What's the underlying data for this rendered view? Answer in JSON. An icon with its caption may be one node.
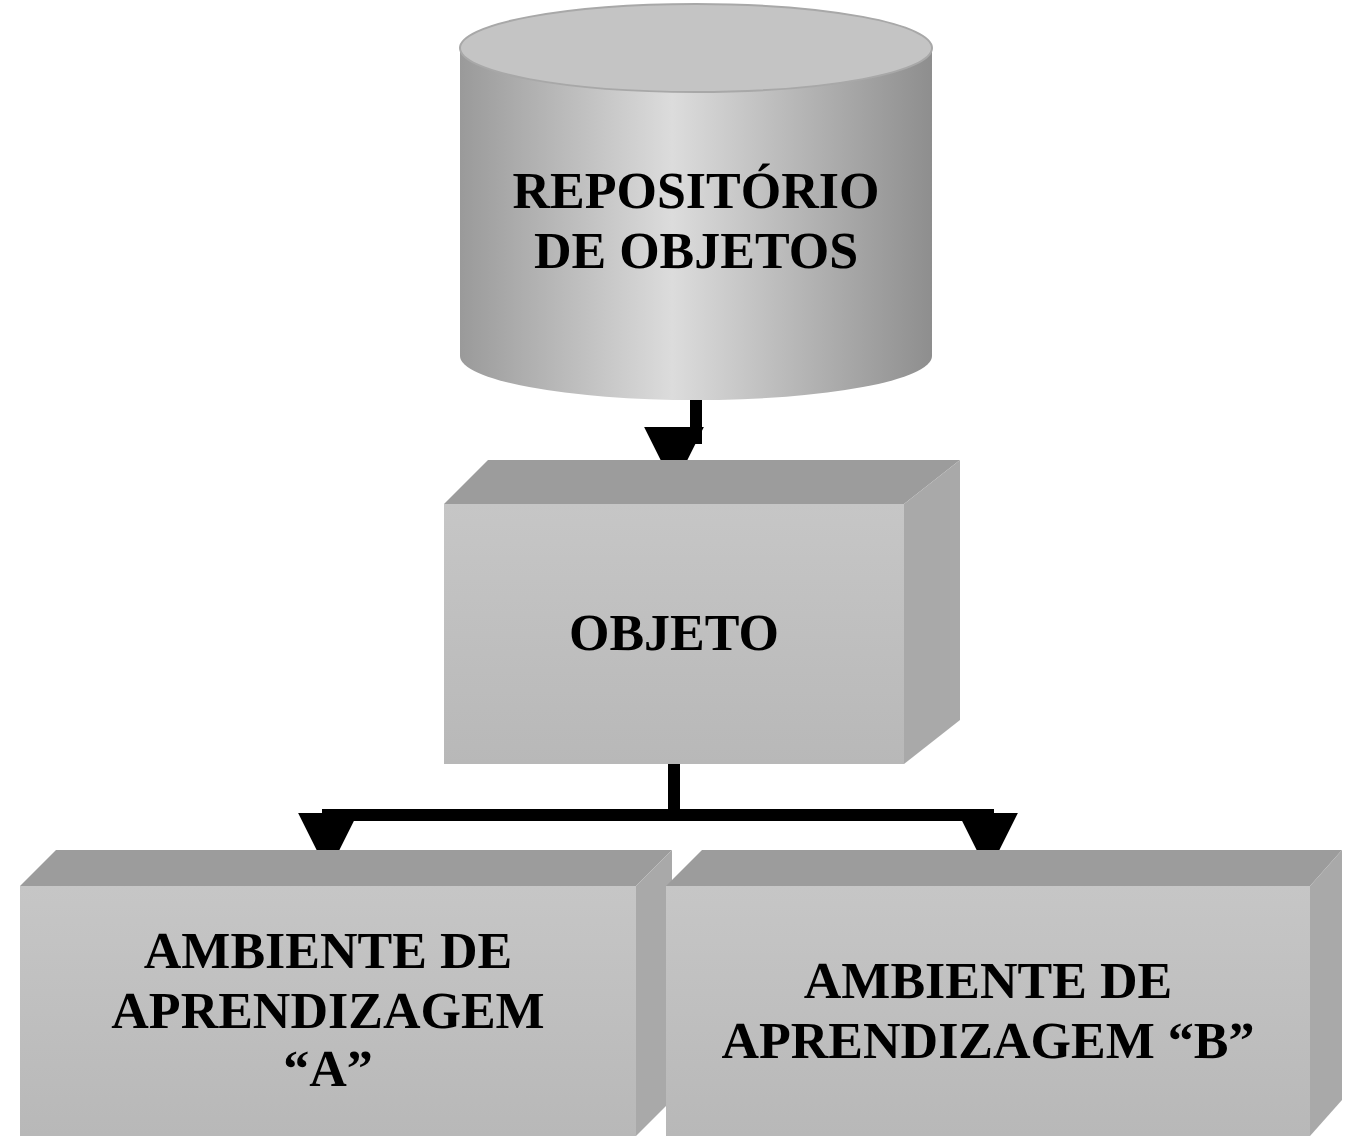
{
  "diagram": {
    "nodes": [
      {
        "text": [
          "REPOSITÓRIO DE OBJETOS"
        ]
      },
      {
        "text": [
          "OBJETO"
        ]
      },
      {
        "text": [
          "AMBIENTE DE APRENDIZAGEM “A”"
        ]
      },
      {
        "text": [
          "AMBIENTE DE APRENDIZAGEM “B”"
        ]
      }
    ],
    "edges": [
      {
        "from": 0,
        "to": 1,
        "arrow": "to"
      },
      {
        "from": 1,
        "to": 2,
        "arrow": "to"
      },
      {
        "from": 1,
        "to": 3,
        "arrow": "to"
      }
    ]
  }
}
